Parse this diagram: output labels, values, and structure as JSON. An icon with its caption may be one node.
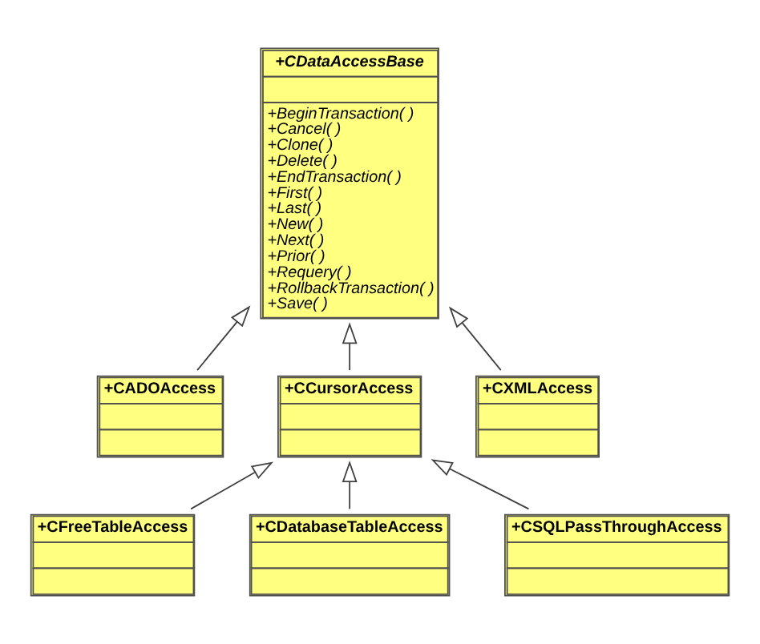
{
  "diagram": {
    "nodes": [
      {
        "text": [
          "+CDataAccessBase",
          "+BeginTransaction( )",
          "+Cancel( )",
          "+Clone( )",
          "+Delete( )",
          "+EndTransaction( )",
          "+First( )",
          "+Last( )",
          "+New( )",
          "+Next( )",
          "+Prior( )",
          "+Requery( )",
          "+RollbackTransaction( )",
          "+Save( )"
        ]
      },
      {
        "text": [
          "+CADOAccess"
        ]
      },
      {
        "text": [
          "+CCursorAccess"
        ]
      },
      {
        "text": [
          "+CXMLAccess"
        ]
      },
      {
        "text": [
          "+CFreeTableAccess"
        ]
      },
      {
        "text": [
          "+CDatabaseTableAccess"
        ]
      },
      {
        "text": [
          "+CSQLPassThroughAccess"
        ]
      }
    ],
    "edges": [
      {
        "from": 1,
        "to": 0,
        "arrow": "to"
      },
      {
        "from": 2,
        "to": 0,
        "arrow": "to"
      },
      {
        "from": 3,
        "to": 0,
        "arrow": "to"
      },
      {
        "from": 4,
        "to": 2,
        "arrow": "to"
      },
      {
        "from": 5,
        "to": 2,
        "arrow": "to"
      },
      {
        "from": 6,
        "to": 2,
        "arrow": "to"
      }
    ]
  }
}
